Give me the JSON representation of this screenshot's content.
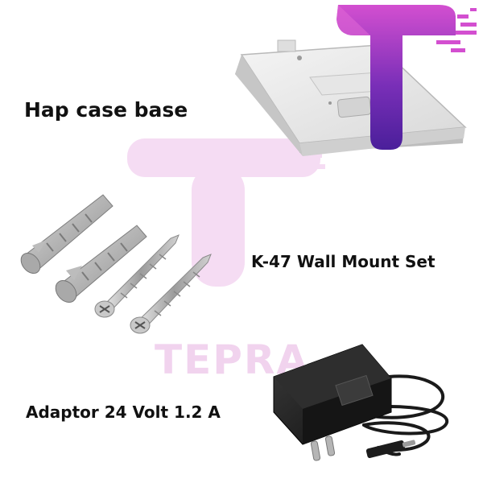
{
  "labels": {
    "case_base": "Hap case base",
    "wall_mount": "K-47 Wall Mount Set",
    "adaptor": "Adaptor 24 Volt 1.2 A"
  },
  "watermark": {
    "text": "TEPRA",
    "color": "#f1d3ee"
  },
  "logo": {
    "gradient": [
      "#d34fd0",
      "#7a2fb8",
      "#4a1f9a"
    ]
  }
}
